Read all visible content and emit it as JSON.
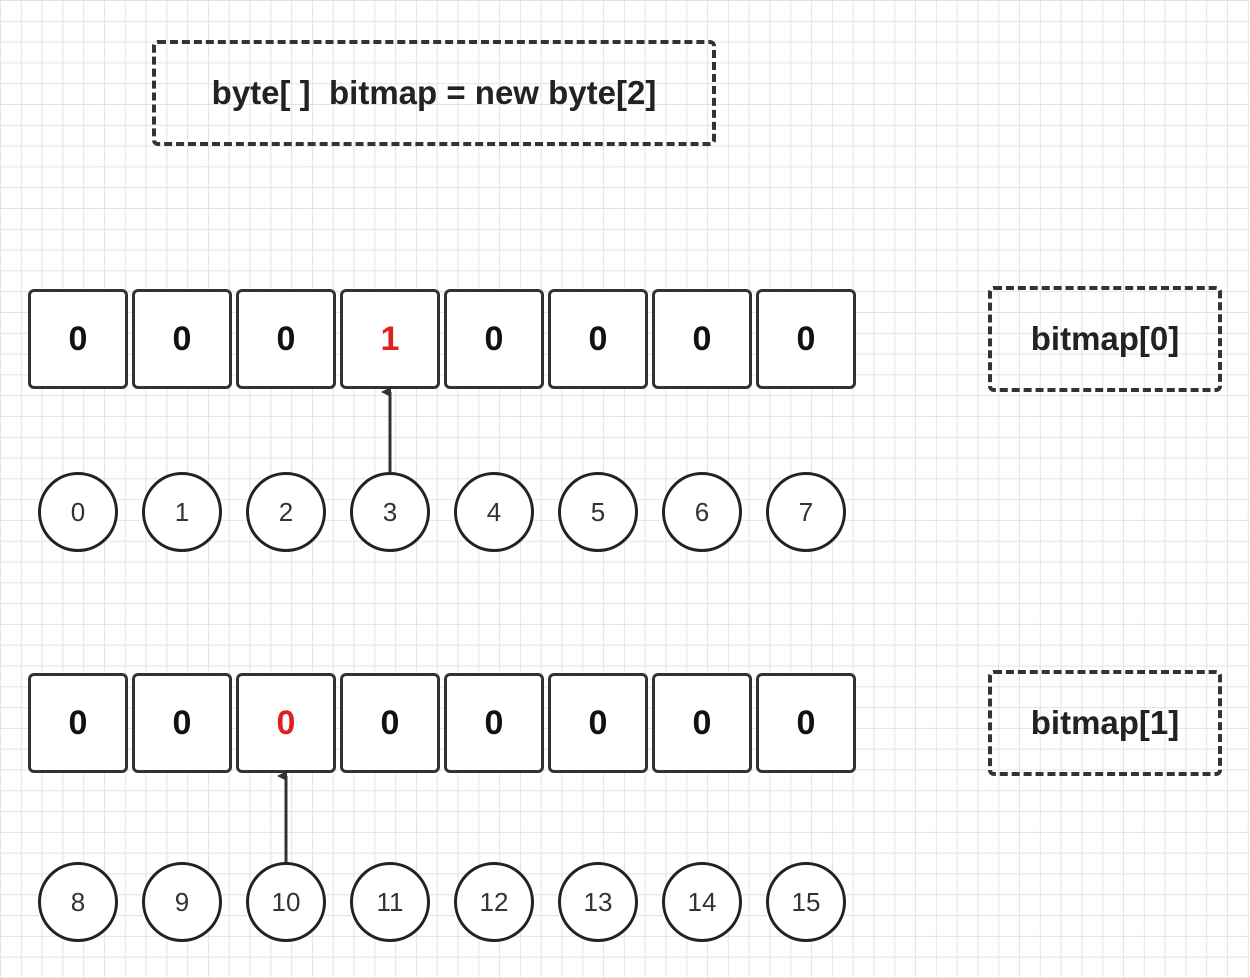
{
  "title": "byte[ ]  bitmap = new byte[2]",
  "rows": [
    {
      "label": "bitmap[0]",
      "bits": [
        "0",
        "0",
        "0",
        "1",
        "0",
        "0",
        "0",
        "0"
      ],
      "indices": [
        "0",
        "1",
        "2",
        "3",
        "4",
        "5",
        "6",
        "7"
      ],
      "highlight": 3
    },
    {
      "label": "bitmap[1]",
      "bits": [
        "0",
        "0",
        "0",
        "0",
        "0",
        "0",
        "0",
        "0"
      ],
      "indices": [
        "8",
        "9",
        "10",
        "11",
        "12",
        "13",
        "14",
        "15"
      ],
      "highlight": 2
    }
  ],
  "colors": {
    "highlight": "#e02020",
    "stroke": "#333333"
  }
}
